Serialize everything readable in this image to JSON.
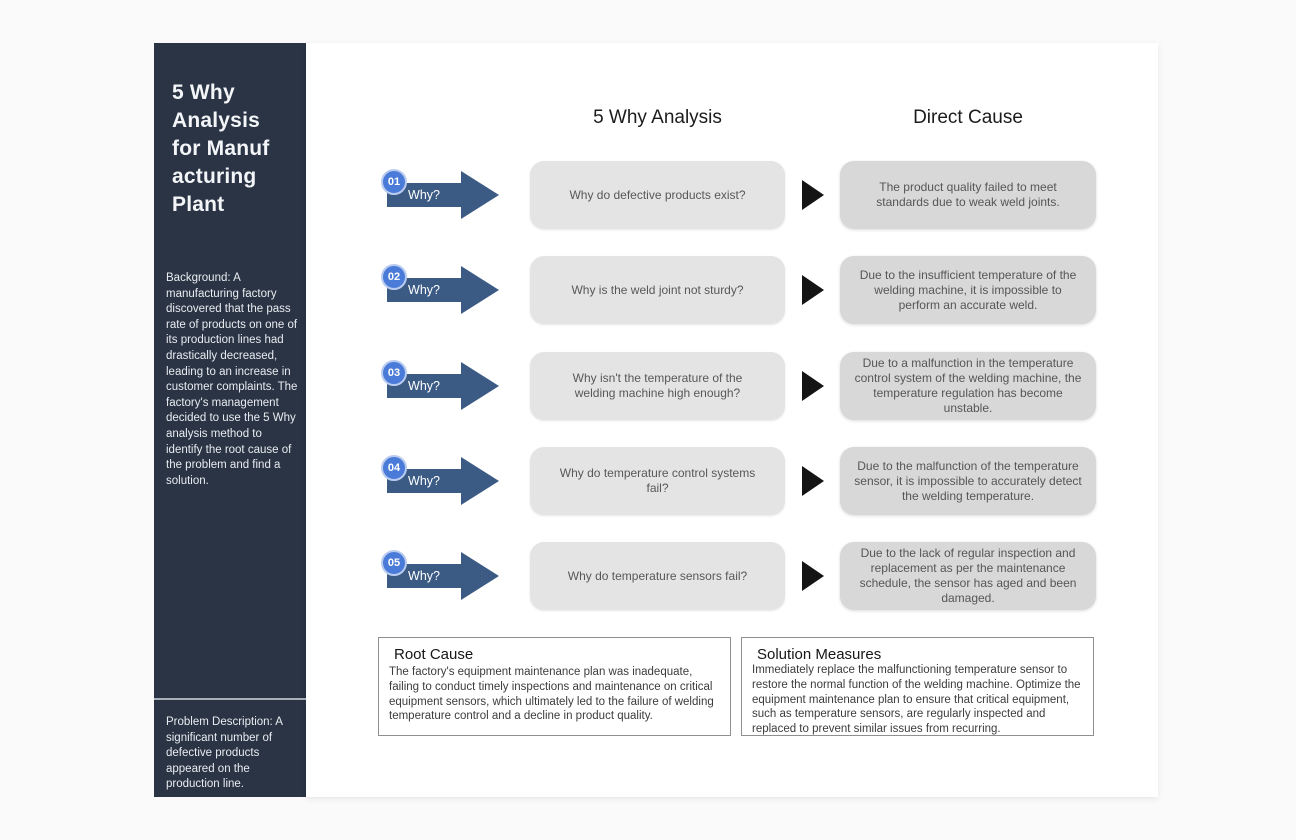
{
  "sidebar": {
    "title": "5 Why\nAnalysis\nfor Manuf\nacturing\nPlant",
    "background": "Background: A manufacturing factory discovered that the pass rate of products on one of its production lines had drastically decreased, leading to an increase in customer complaints. The factory's management decided to use the 5 Why analysis method to identify the root cause of the problem and find a solution.",
    "problem": "Problem Description: A significant number of defective products appeared on the production line."
  },
  "main": {
    "col1_header": "5 Why Analysis",
    "col2_header": "Direct Cause",
    "why_label": "Why?",
    "rows": [
      {
        "number": "01",
        "question": "Why do defective products exist?",
        "cause": "The product quality failed to meet standards due to weak weld joints."
      },
      {
        "number": "02",
        "question": "Why is the weld joint not sturdy?",
        "cause": "Due to the insufficient temperature of the welding machine, it is impossible to perform an accurate weld."
      },
      {
        "number": "03",
        "question": "Why isn't the temperature of the welding machine high enough?",
        "cause": "Due to a malfunction in the temperature control system of the welding machine, the temperature regulation has become unstable."
      },
      {
        "number": "04",
        "question": "Why do temperature control systems fail?",
        "cause": "Due to the malfunction of the temperature sensor, it is impossible to accurately detect the welding temperature."
      },
      {
        "number": "05",
        "question": "Why do temperature sensors fail?",
        "cause": "Due to the lack of regular inspection and replacement as per the maintenance schedule, the sensor has aged and been damaged."
      }
    ],
    "root_cause": {
      "title": "Root Cause",
      "body": "The factory's equipment maintenance plan was inadequate, failing to conduct timely inspections and maintenance on critical equipment sensors, which ultimately led to the failure of welding temperature control and a decline in product quality."
    },
    "solution": {
      "title": "Solution Measures",
      "body": "Immediately replace the malfunctioning temperature sensor to restore the normal function of the welding machine. Optimize the equipment maintenance plan to ensure that critical equipment, such as temperature sensors, are regularly inspected and replaced to prevent similar issues from recurring."
    }
  },
  "colors": {
    "sidebar_bg": "#2a3444",
    "arrow": "#3b5a84",
    "badge": "#4b7bd8",
    "question_box": "#e4e4e4",
    "cause_box": "#d8d8d8",
    "pointer": "#141414"
  }
}
